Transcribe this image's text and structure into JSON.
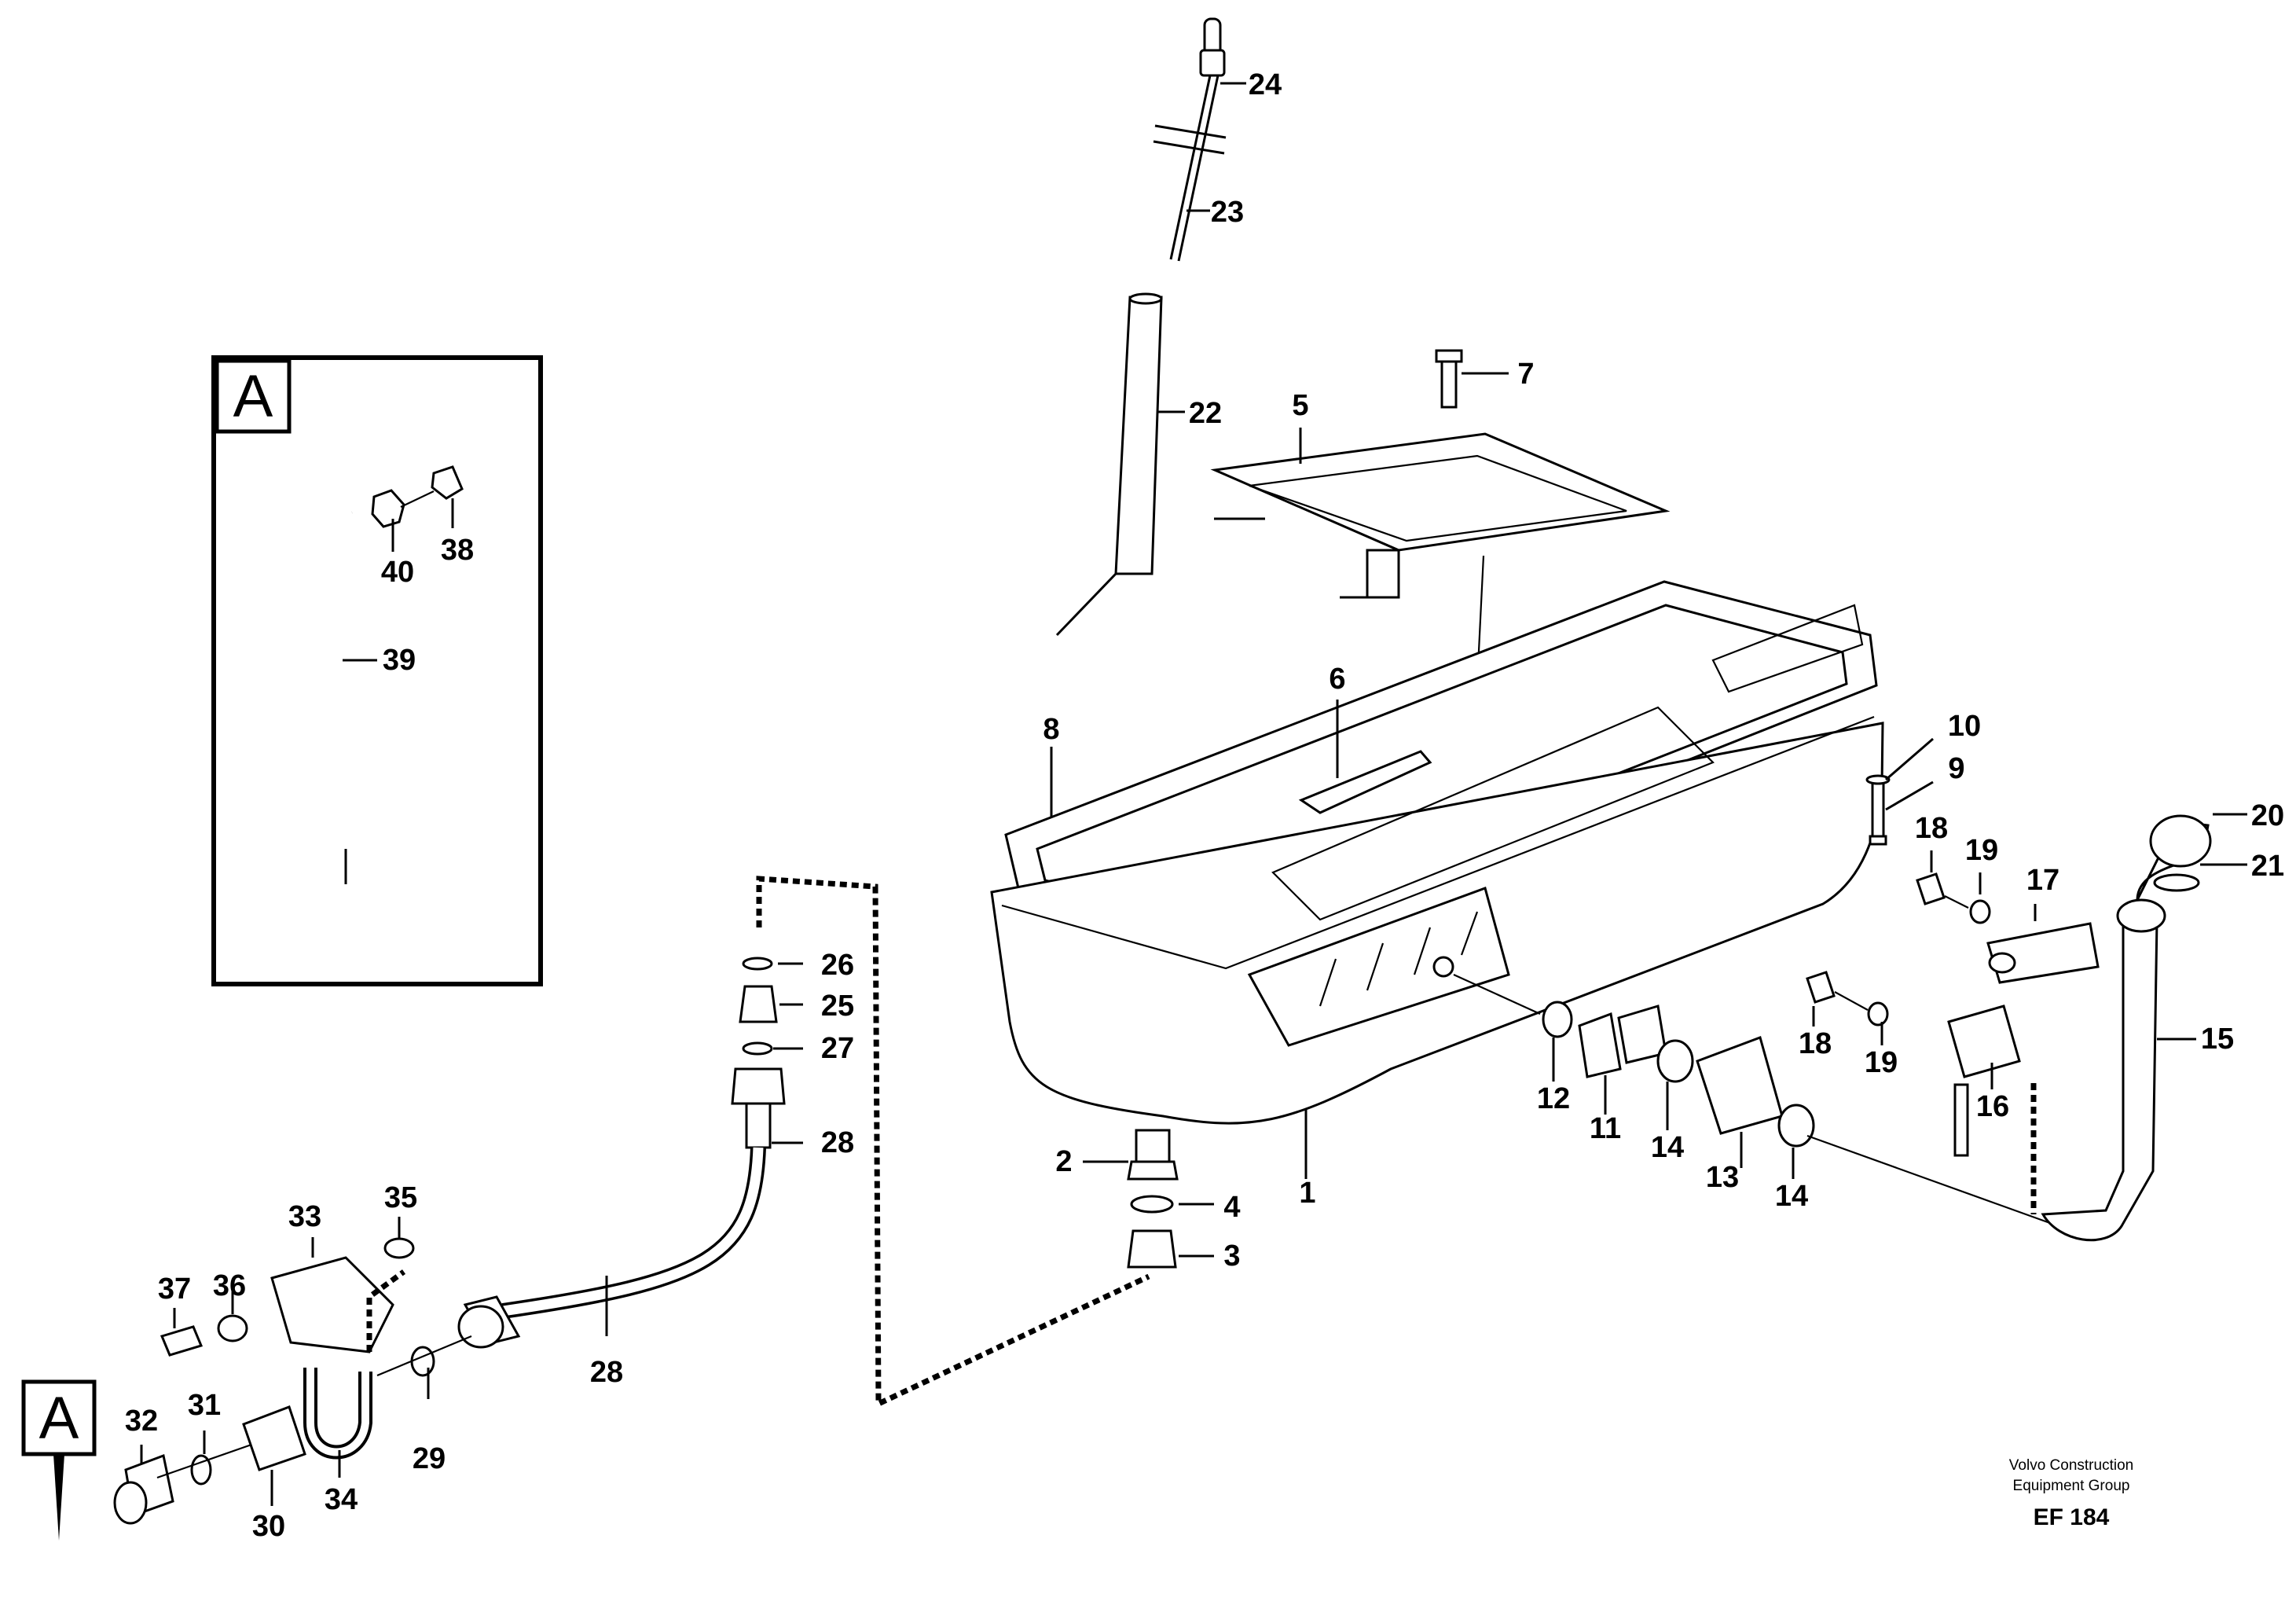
{
  "callouts": [
    "1",
    "2",
    "3",
    "4",
    "5",
    "6",
    "7",
    "8",
    "9",
    "10",
    "11",
    "12",
    "13",
    "14",
    "14",
    "15",
    "16",
    "17",
    "18",
    "18",
    "19",
    "19",
    "20",
    "21",
    "22",
    "23",
    "24",
    "25",
    "26",
    "27",
    "28",
    "28",
    "29",
    "30",
    "31",
    "32",
    "33",
    "34",
    "35",
    "36",
    "37",
    "38",
    "39",
    "40"
  ],
  "detail_marker": {
    "letter": "A"
  },
  "inset": {
    "letter": "A"
  },
  "credit": {
    "line1": "Volvo Construction",
    "line2": "Equipment Group",
    "code": "EF 184"
  }
}
